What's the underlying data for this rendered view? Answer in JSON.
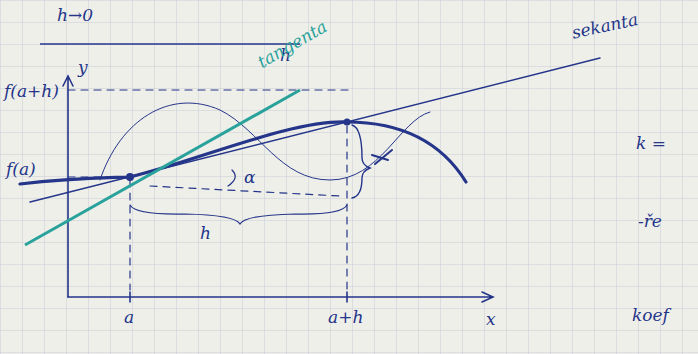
{
  "diagram": {
    "labels": [
      "h→0",
      "h",
      "sekanta",
      "tangenta",
      "y",
      "f(a+h)",
      "f(a)",
      "α",
      "h",
      "k =",
      "-ře",
      "koef",
      "a",
      "a+h",
      "x"
    ]
  }
}
